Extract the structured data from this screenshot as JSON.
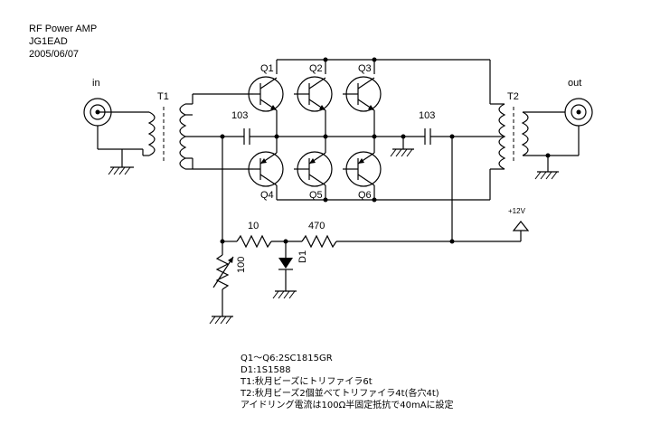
{
  "header": {
    "title": "RF Power AMP",
    "author": "JG1EAD",
    "date": "2005/06/07"
  },
  "labels": {
    "in": "in",
    "out": "out",
    "t1": "T1",
    "t2": "T2",
    "c1": "103",
    "c2": "103",
    "q1": "Q1",
    "q2": "Q2",
    "q3": "Q3",
    "q4": "Q4",
    "q5": "Q5",
    "q6": "Q6",
    "r1": "10",
    "r2": "470",
    "vr": "100",
    "d1": "D1",
    "vcc": "+12V"
  },
  "notes": [
    "Q1～Q6:2SC1815GR",
    "D1:1S1588",
    "T1:秋月ビーズにトリファイラ6t",
    "T2:秋月ビーズ2個並べてトリファイラ4t(各穴4t)",
    "アイドリング電流は100Ω半固定抵抗で40mAに設定"
  ],
  "colors": {
    "background": "#ffffff",
    "line": "#000000"
  }
}
